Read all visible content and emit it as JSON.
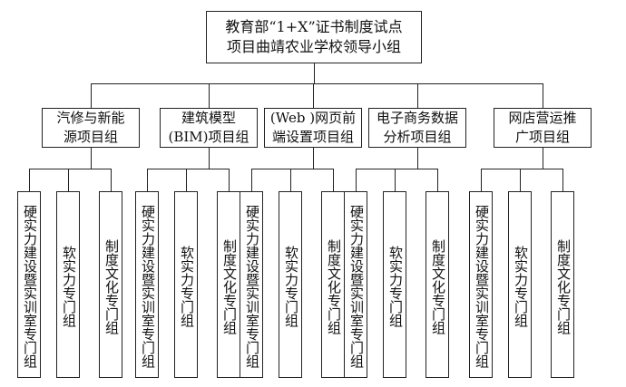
{
  "root": {
    "title": "教育部“1+X”证书制度试点\n项目曲靖农业学校领导小组"
  },
  "groups": [
    {
      "label": "汽修与新能\n源项目组",
      "children": [
        "硬实力建设暨实训室专门组",
        "软实力专门组",
        "制度文化专门组"
      ]
    },
    {
      "label": "建筑模型\n(BIM)项目组",
      "children": [
        "硬实力建设暨实训室专门组",
        "软实力专门组",
        "制度文化专门组"
      ]
    },
    {
      "label": "(Web )网页前\n端设置项目组",
      "children": [
        "硬实力建设暨实训室专门组",
        "软实力专门组",
        "制度文化专门组"
      ]
    },
    {
      "label": "电子商务数据\n分析项目组",
      "children": [
        "硬实力建设暨实训室专门组",
        "软实力专门组",
        "制度文化专门组"
      ]
    },
    {
      "label": "网店营运推\n广项目组",
      "children": [
        "硬实力建设暨实训室专门组",
        "软实力专门组",
        "制度文化专门组"
      ]
    }
  ]
}
